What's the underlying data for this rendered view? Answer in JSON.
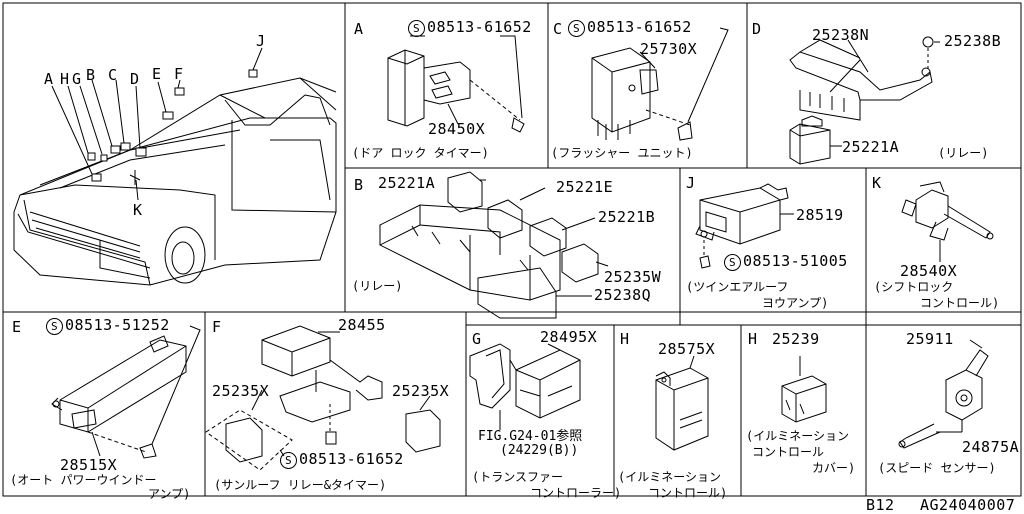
{
  "diagram": {
    "footer_page": "B12",
    "footer_code": "AG24040007",
    "car_panel": {
      "letters": [
        "A",
        "H",
        "G",
        "B",
        "C",
        "D",
        "E",
        "F",
        "J",
        "K"
      ]
    },
    "panels": {
      "A": {
        "letter": "A",
        "screw_code": "08513-61652",
        "part": "28450X",
        "caption": "(ドア ロック タイマー)"
      },
      "C": {
        "letter": "C",
        "screw_code": "08513-61652",
        "part": "25730X",
        "caption": "(フラッシャー ユニット)"
      },
      "D": {
        "letter": "D",
        "part1": "25238N",
        "part2": "25238B",
        "part3": "25221A",
        "caption": "(リレー)"
      },
      "B": {
        "letter": "B",
        "part1": "25221A",
        "part2": "25221E",
        "part3": "25221B",
        "part4": "25235W",
        "part5": "25238Q",
        "caption": "(リレー)"
      },
      "J": {
        "letter": "J",
        "part": "28519",
        "screw_code": "08513-51005",
        "caption1": "(ツインエアルーフ",
        "caption2": "ヨウアンプ)"
      },
      "K": {
        "letter": "K",
        "part": "28540X",
        "caption1": "(シフトロック",
        "caption2": "コントロール)"
      },
      "E": {
        "letter": "E",
        "screw_code": "08513-51252",
        "part": "28515X",
        "caption1": "(オート パワーウインドー",
        "caption2": "アンプ)"
      },
      "F": {
        "letter": "F",
        "part1": "28455",
        "part2": "25235X",
        "part3": "25235X",
        "screw_code": "08513-61652",
        "caption": "(サンルーフ リレー&タイマー)"
      },
      "G": {
        "letter": "G",
        "part": "28495X",
        "ref1": "FIG.G24-01参照",
        "ref2": "(24229(B))",
        "caption1": "(トランスファー",
        "caption2": "コントローラー)"
      },
      "H1": {
        "letter": "H",
        "part": "28575X",
        "caption1": "(イルミネーション",
        "caption2": "コントロール)"
      },
      "H2": {
        "letter": "H",
        "part": "25239",
        "caption1": "(イルミネーション",
        "caption2": "コントロール",
        "caption3": "カバー)"
      },
      "S": {
        "part1": "25911",
        "part2": "24875A",
        "caption": "(スピード センサー)"
      }
    }
  }
}
